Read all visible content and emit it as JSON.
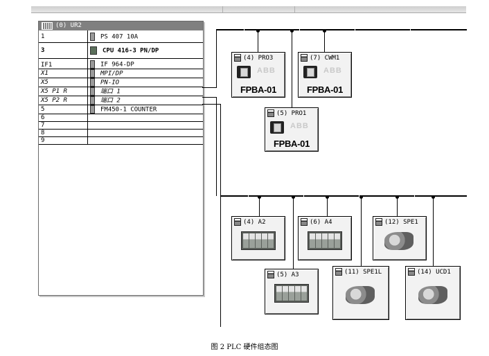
{
  "rack": {
    "title": "(0) UR2",
    "rows": [
      {
        "slot": "1",
        "module": "PS 407 10A"
      },
      {
        "slot": "3",
        "module": "CPU 416-3 PN/DP"
      },
      {
        "slot": "IF1",
        "module": "IF 964-DP"
      },
      {
        "slot": "X1",
        "module": "MPI/DP"
      },
      {
        "slot": "X5",
        "module": "PN-IO"
      },
      {
        "slot": "X5 P1 R",
        "module": "端口 1"
      },
      {
        "slot": "X5 P2 R",
        "module": "端口 2"
      },
      {
        "slot": "5",
        "module": "FM450-1 COUNTER"
      },
      {
        "slot": "6",
        "module": ""
      },
      {
        "slot": "7",
        "module": ""
      },
      {
        "slot": "8",
        "module": ""
      },
      {
        "slot": "9",
        "module": ""
      }
    ]
  },
  "profibus_devices": [
    {
      "label": "(4) PRO3",
      "name": "FPBA-01",
      "logo": "ABB",
      "icon": "drive-icon"
    },
    {
      "label": "(7) CWM1",
      "name": "FPBA-01",
      "logo": "ABB",
      "icon": "drive-icon"
    },
    {
      "label": "(5) PRO1",
      "name": "FPBA-01",
      "logo": "ABB",
      "icon": "drive-icon"
    }
  ],
  "profinet_devices": [
    {
      "label": "(4) A2",
      "icon": "io-module-icon"
    },
    {
      "label": "(6) A4",
      "icon": "io-module-icon"
    },
    {
      "label": "(12) SPE1",
      "icon": "encoder-icon"
    },
    {
      "label": "(5) A3",
      "icon": "io-module-icon"
    },
    {
      "label": "(11) SPE1L",
      "icon": "encoder-icon"
    },
    {
      "label": "(14) UCD1",
      "icon": "encoder-icon"
    }
  ],
  "caption": "图 2 PLC 硬件组态图"
}
